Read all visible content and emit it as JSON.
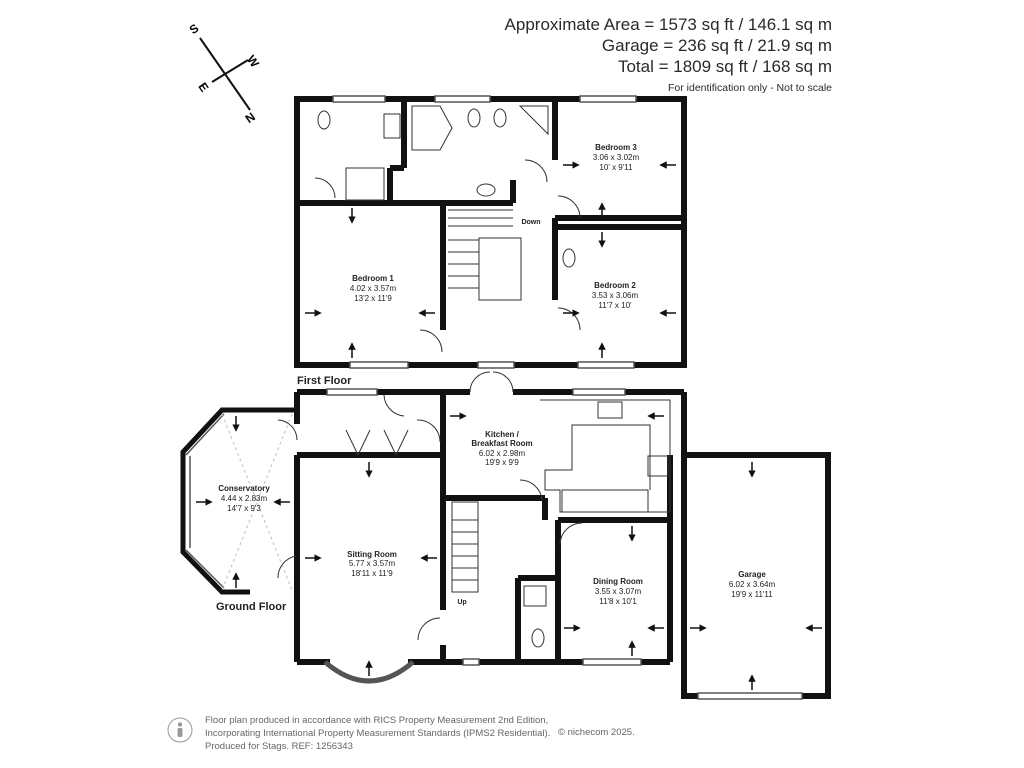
{
  "header": {
    "approx_area": "Approximate Area = 1573 sq ft / 146.1 sq m",
    "garage": "Garage = 236 sq ft / 21.9 sq m",
    "total": "Total = 1809 sq ft / 168 sq m",
    "disclaimer": "For identification only - Not to scale"
  },
  "compass": {
    "n": "N",
    "s": "S",
    "e": "E",
    "w": "W"
  },
  "floors": {
    "first": "First Floor",
    "ground": "Ground Floor"
  },
  "rooms": {
    "bedroom1": {
      "name": "Bedroom 1",
      "metric": "4.02 x 3.57m",
      "imperial": "13'2 x 11'9"
    },
    "bedroom2": {
      "name": "Bedroom 2",
      "metric": "3.53 x 3.06m",
      "imperial": "11'7 x 10'"
    },
    "bedroom3": {
      "name": "Bedroom 3",
      "metric": "3.06 x 3.02m",
      "imperial": "10' x 9'11"
    },
    "kitchen": {
      "name1": "Kitchen /",
      "name2": "Breakfast Room",
      "metric": "6.02 x 2.98m",
      "imperial": "19'9 x 9'9"
    },
    "conservatory": {
      "name": "Conservatory",
      "metric": "4.44 x 2.83m",
      "imperial": "14'7 x 9'3"
    },
    "sitting": {
      "name": "Sitting Room",
      "metric": "5.77 x 3.57m",
      "imperial": "18'11 x 11'9"
    },
    "dining": {
      "name": "Dining Room",
      "metric": "3.55 x 3.07m",
      "imperial": "11'8 x 10'1"
    },
    "garage": {
      "name": "Garage",
      "metric": "6.02 x 3.64m",
      "imperial": "19'9 x 11'11"
    }
  },
  "stairs": {
    "down": "Down",
    "up": "Up"
  },
  "footer": {
    "line1": "Floor plan produced in accordance with RICS Property Measurement 2nd Edition,",
    "line2": "Incorporating International Property Measurement Standards (IPMS2 Residential).",
    "line3": "Produced for Stags.   REF: 1256343",
    "copyright": "© nichecom 2025."
  },
  "colors": {
    "wall": "#111111",
    "glazing": "#555555",
    "text": "#222222",
    "dashed": "#bfbfbf"
  }
}
